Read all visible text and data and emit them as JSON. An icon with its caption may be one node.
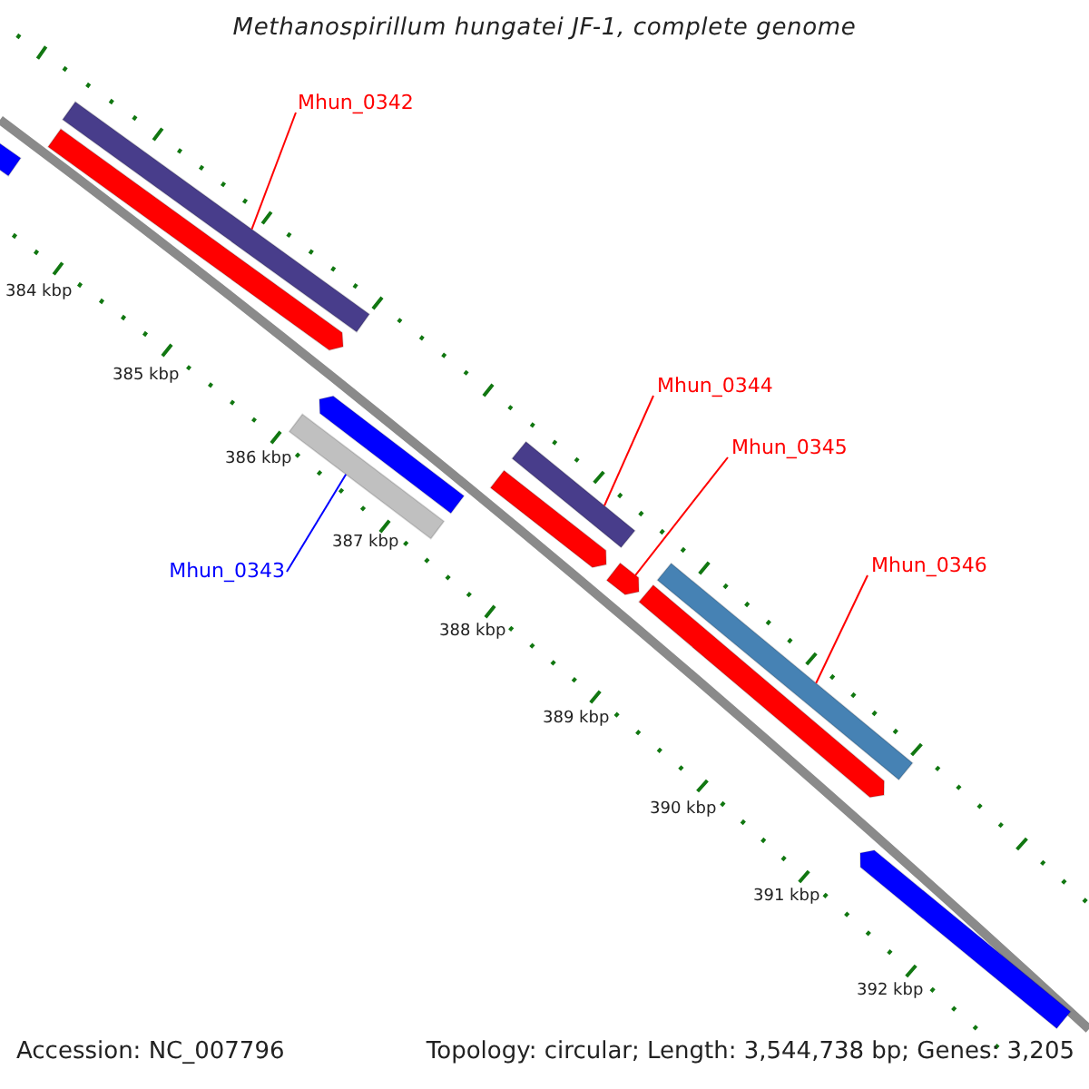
{
  "diagram": {
    "title": "Methanospirillum hungatei JF-1, complete genome",
    "nodes": [
      {
        "text": [],
        "shape": "bar"
      },
      {
        "text": [],
        "shape": "bar"
      },
      {
        "text": [],
        "shape": "bar"
      },
      {
        "text": [],
        "shape": "bar"
      },
      {
        "text": [],
        "shape": "bar"
      },
      {
        "text": [],
        "shape": "bar"
      },
      {
        "text": [],
        "shape": "bar"
      },
      {
        "text": [],
        "shape": "bar"
      },
      {
        "text": [],
        "shape": "bar"
      },
      {
        "text": [],
        "shape": "bar"
      },
      {
        "text": [],
        "shape": "bar"
      },
      {
        "text": [
          "Mhun_0342"
        ]
      },
      {
        "text": [
          "Mhun_0344"
        ]
      },
      {
        "text": [
          "Mhun_0345"
        ]
      },
      {
        "text": [
          "Mhun_0346"
        ]
      },
      {
        "text": [
          "Mhun_0343"
        ]
      }
    ],
    "edges": [
      {
        "from": 11,
        "to": 1,
        "arrow": "none"
      },
      {
        "from": 12,
        "to": 5,
        "arrow": "none"
      },
      {
        "from": 13,
        "to": 7,
        "arrow": "none"
      },
      {
        "from": 14,
        "to": 8,
        "arrow": "none"
      },
      {
        "from": 15,
        "to": 4,
        "arrow": "none",
        "color": "#0000ff"
      }
    ],
    "labels": [
      "384 kbp",
      "385 kbp",
      "386 kbp",
      "387 kbp",
      "388 kbp",
      "389 kbp",
      "390 kbp",
      "391 kbp",
      "392 kbp",
      "Accession: NC_007796",
      "Topology: circular; Length: 3,544,738 bp; Genes: 3,205"
    ]
  }
}
